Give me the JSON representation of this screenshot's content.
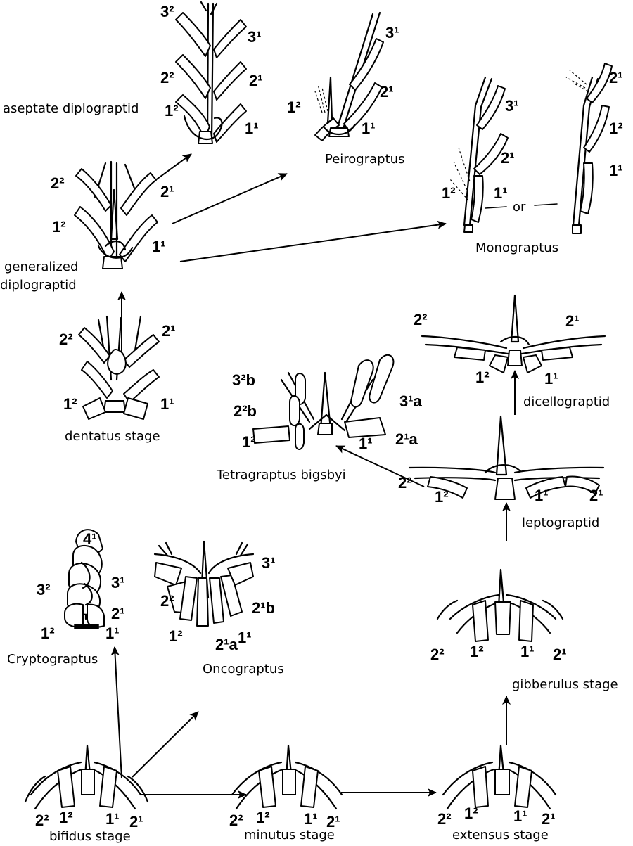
{
  "figure": {
    "nodes": [
      {
        "id": "aseptate",
        "label": "aseptate diplograptid",
        "thecae": [
          "3²",
          "3¹",
          "2²",
          "2¹",
          "1²",
          "1¹"
        ]
      },
      {
        "id": "peirograptus",
        "label": "Peirograptus",
        "thecae": [
          "3¹",
          "2¹",
          "1²",
          "1¹"
        ]
      },
      {
        "id": "monograptus",
        "label": "Monograptus",
        "thecae": [
          "3¹",
          "2¹",
          "1²",
          "1¹",
          "2¹",
          "1²",
          "1¹"
        ],
        "connector": "or"
      },
      {
        "id": "generalized",
        "label": "generalized diplograptid",
        "thecae": [
          "2²",
          "2¹",
          "1²",
          "1¹"
        ]
      },
      {
        "id": "dentatus",
        "label": "dentatus stage",
        "thecae": [
          "2²",
          "2¹",
          "1²",
          "1¹"
        ]
      },
      {
        "id": "dicellograptid",
        "label": "dicellograptid",
        "thecae": [
          "2²",
          "2¹",
          "1²",
          "1¹"
        ]
      },
      {
        "id": "tetragraptus",
        "label": "Tetragraptus bigsbyi",
        "thecae": [
          "3²b",
          "2²b",
          "1²",
          "1¹",
          "3¹a",
          "2¹a"
        ]
      },
      {
        "id": "leptograptid",
        "label": "leptograptid",
        "thecae": [
          "2²",
          "1²",
          "1¹",
          "2¹"
        ]
      },
      {
        "id": "cryptograptus",
        "label": "Cryptograptus",
        "thecae": [
          "4¹",
          "3¹",
          "3²",
          "2¹",
          "1²",
          "1¹"
        ]
      },
      {
        "id": "oncograptus",
        "label": "Oncograptus",
        "thecae": [
          "3¹",
          "2²",
          "2¹b",
          "1²",
          "2¹a",
          "1¹"
        ]
      },
      {
        "id": "gibberulus",
        "label": "gibberulus stage",
        "thecae": [
          "2²",
          "1²",
          "1¹",
          "2¹"
        ]
      },
      {
        "id": "bifidus",
        "label": "bifidus stage",
        "thecae": [
          "1²",
          "1¹",
          "2²",
          "2¹"
        ]
      },
      {
        "id": "minutus",
        "label": "minutus stage",
        "thecae": [
          "1²",
          "1¹",
          "2²",
          "2¹"
        ]
      },
      {
        "id": "extensus",
        "label": "extensus stage",
        "thecae": [
          "2²",
          "1²",
          "1¹",
          "2¹"
        ]
      }
    ],
    "edges": [
      {
        "from": "bifidus",
        "to": "minutus"
      },
      {
        "from": "minutus",
        "to": "extensus"
      },
      {
        "from": "extensus",
        "to": "gibberulus"
      },
      {
        "from": "gibberulus",
        "to": "leptograptid"
      },
      {
        "from": "leptograptid",
        "to": "dicellograptid"
      },
      {
        "from": "leptograptid",
        "to": "tetragraptus"
      },
      {
        "from": "bifidus",
        "to": "cryptograptus"
      },
      {
        "from": "bifidus",
        "to": "oncograptus"
      },
      {
        "from": "dentatus",
        "to": "generalized"
      },
      {
        "from": "generalized",
        "to": "aseptate"
      },
      {
        "from": "generalized",
        "to": "peirograptus"
      },
      {
        "from": "generalized",
        "to": "monograptus"
      }
    ]
  }
}
